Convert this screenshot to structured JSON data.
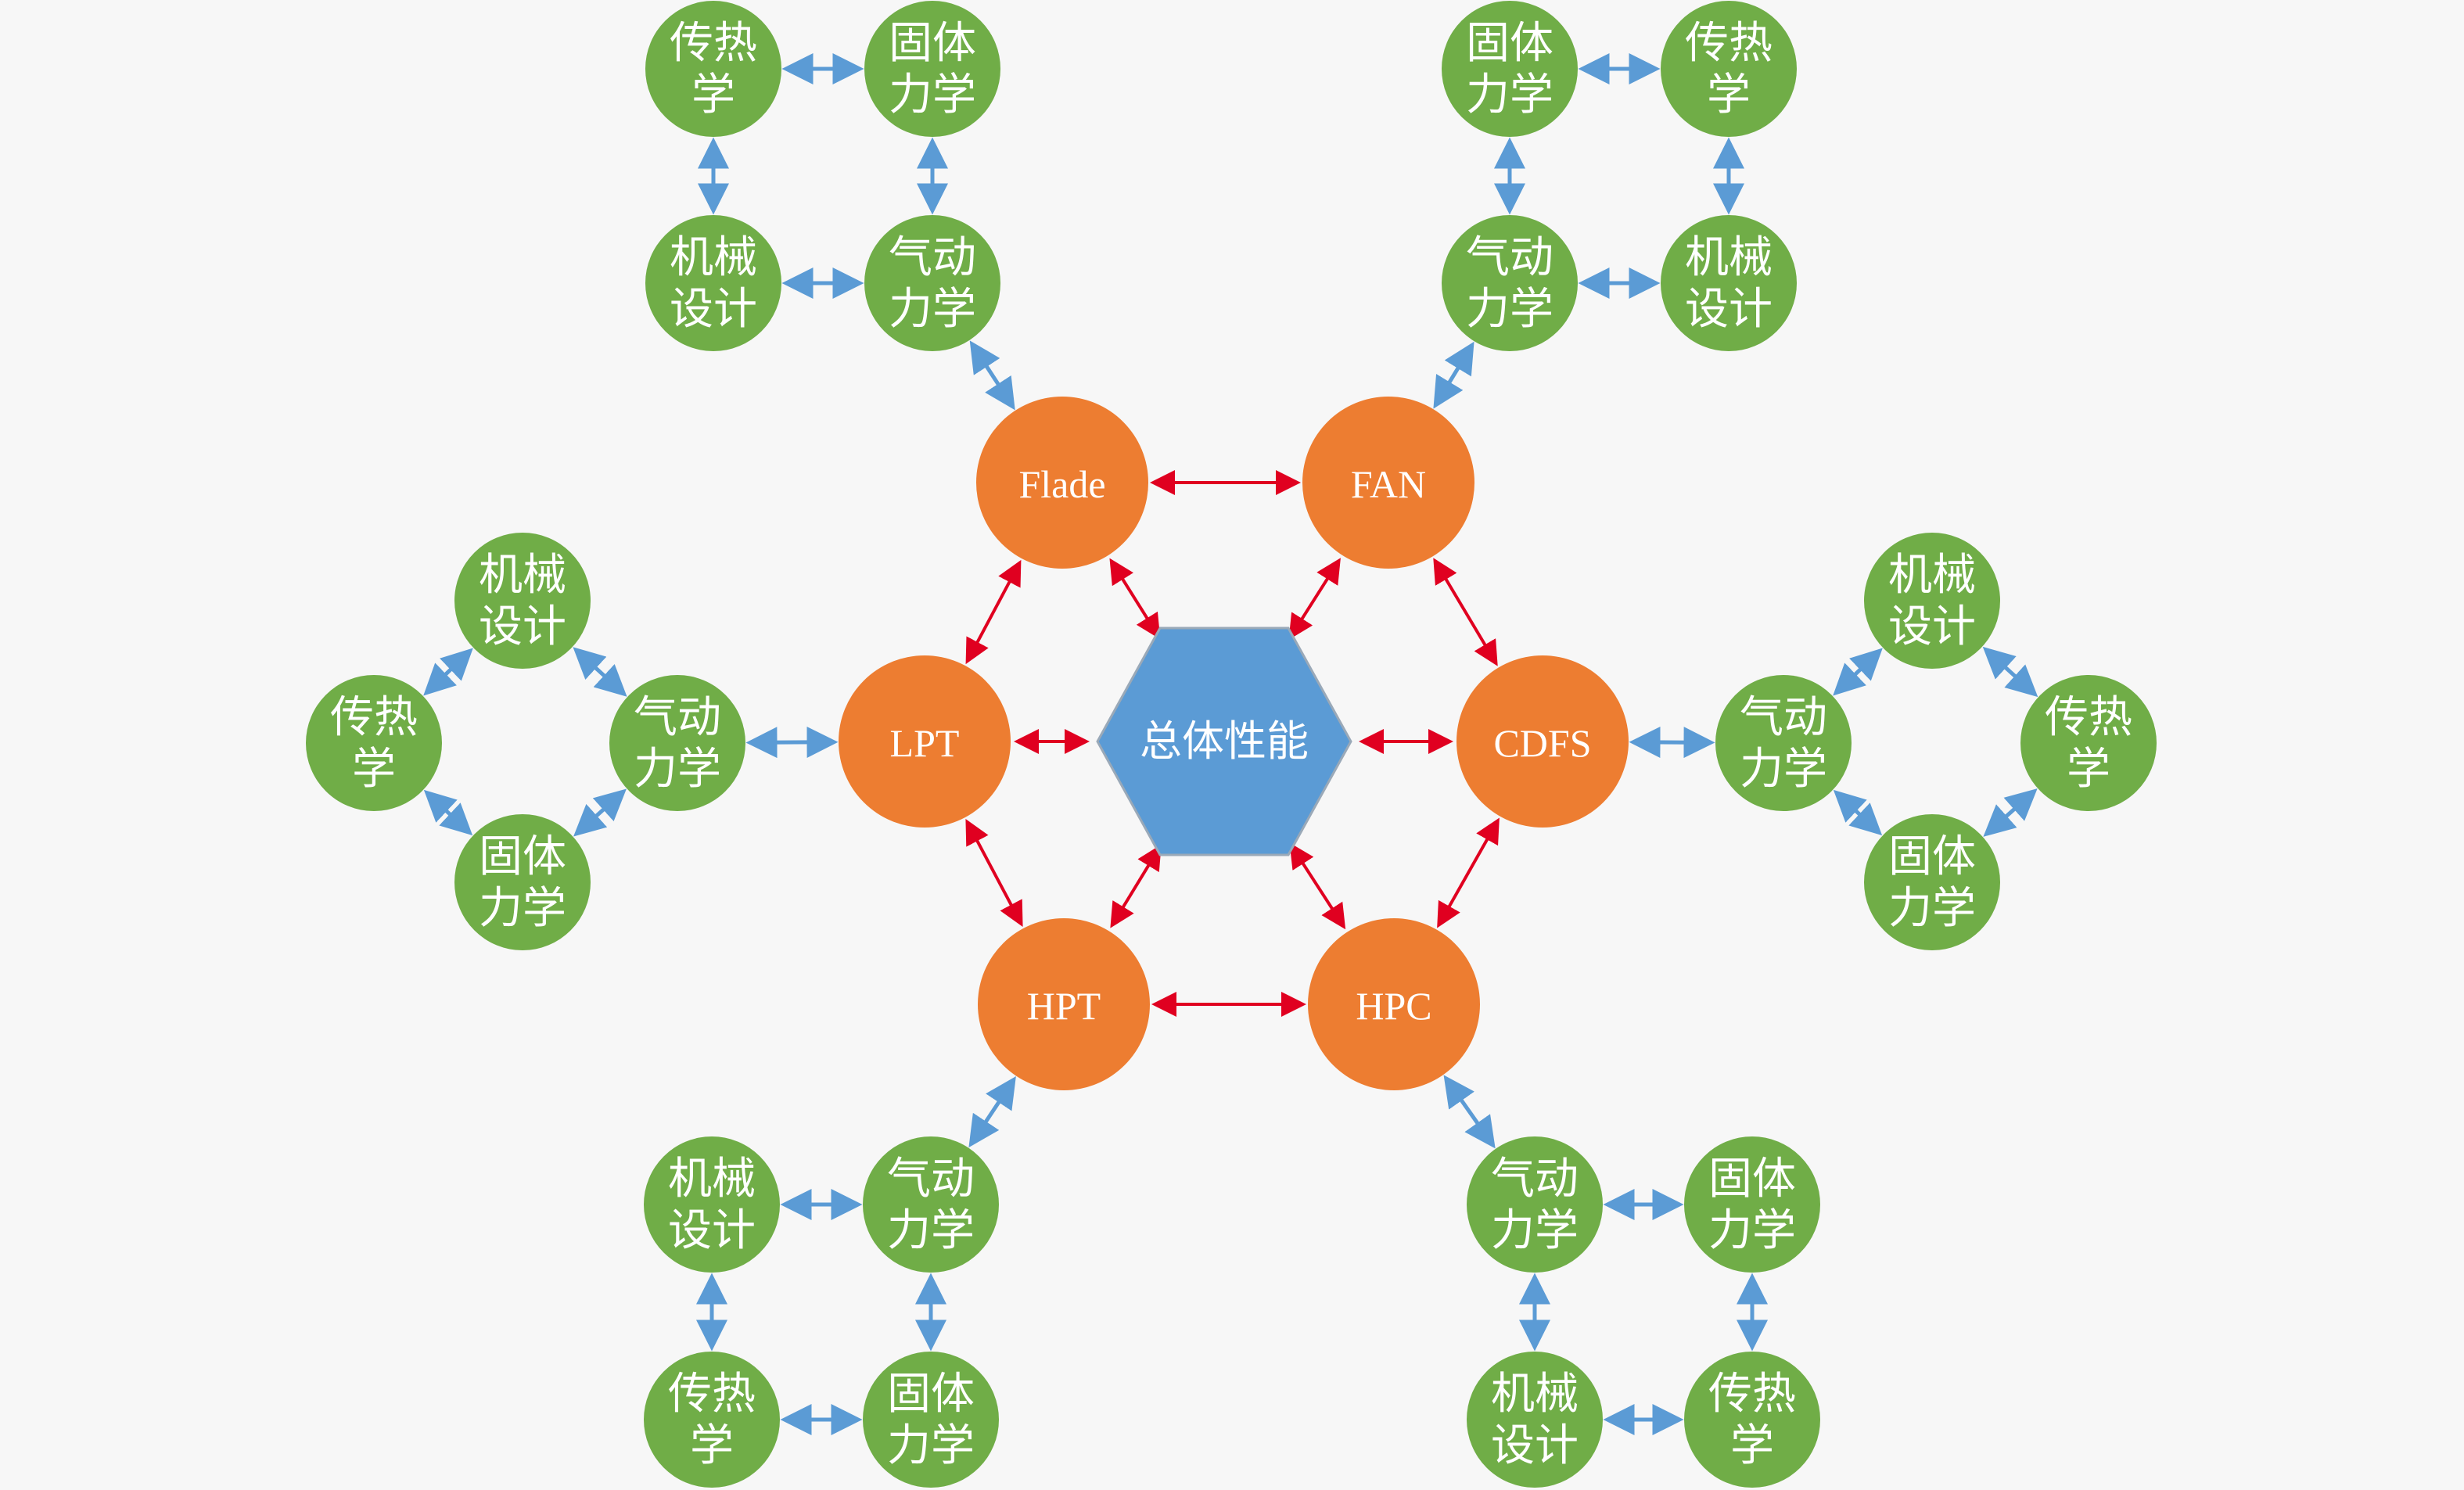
{
  "colors": {
    "background": "#f7f7f7",
    "core_fill": "#5b9bd5",
    "core_stroke": "#9aa9b8",
    "component_fill": "#ed7d31",
    "discipline_fill": "#70ad47",
    "core_link": "#e00020",
    "discipline_link": "#5b9bd5",
    "text": "#ffffff"
  },
  "core": {
    "label": "总体性能"
  },
  "components": [
    {
      "id": "flade",
      "label": "Flade"
    },
    {
      "id": "fan",
      "label": "FAN"
    },
    {
      "id": "lpt",
      "label": "LPT"
    },
    {
      "id": "cdfs",
      "label": "CDFS"
    },
    {
      "id": "hpt",
      "label": "HPT"
    },
    {
      "id": "hpc",
      "label": "HPC"
    }
  ],
  "discipline_groups": [
    {
      "component": "flade",
      "nodes": [
        {
          "id": "heat",
          "lines": [
            "传热",
            "学"
          ]
        },
        {
          "id": "solid",
          "lines": [
            "固体",
            "力学"
          ]
        },
        {
          "id": "mech",
          "lines": [
            "机械",
            "设计"
          ]
        },
        {
          "id": "aero",
          "lines": [
            "气动",
            "力学"
          ]
        }
      ]
    },
    {
      "component": "fan",
      "nodes": [
        {
          "id": "solid",
          "lines": [
            "固体",
            "力学"
          ]
        },
        {
          "id": "heat",
          "lines": [
            "传热",
            "学"
          ]
        },
        {
          "id": "aero",
          "lines": [
            "气动",
            "力学"
          ]
        },
        {
          "id": "mech",
          "lines": [
            "机械",
            "设计"
          ]
        }
      ]
    },
    {
      "component": "lpt",
      "nodes": [
        {
          "id": "mech",
          "lines": [
            "机械",
            "设计"
          ]
        },
        {
          "id": "heat",
          "lines": [
            "传热",
            "学"
          ]
        },
        {
          "id": "aero",
          "lines": [
            "气动",
            "力学"
          ]
        },
        {
          "id": "solid",
          "lines": [
            "固体",
            "力学"
          ]
        }
      ]
    },
    {
      "component": "cdfs",
      "nodes": [
        {
          "id": "mech",
          "lines": [
            "机械",
            "设计"
          ]
        },
        {
          "id": "aero",
          "lines": [
            "气动",
            "力学"
          ]
        },
        {
          "id": "heat",
          "lines": [
            "传热",
            "学"
          ]
        },
        {
          "id": "solid",
          "lines": [
            "固体",
            "力学"
          ]
        }
      ]
    },
    {
      "component": "hpt",
      "nodes": [
        {
          "id": "mech",
          "lines": [
            "机械",
            "设计"
          ]
        },
        {
          "id": "aero",
          "lines": [
            "气动",
            "力学"
          ]
        },
        {
          "id": "heat",
          "lines": [
            "传热",
            "学"
          ]
        },
        {
          "id": "solid",
          "lines": [
            "固体",
            "力学"
          ]
        }
      ]
    },
    {
      "component": "hpc",
      "nodes": [
        {
          "id": "aero",
          "lines": [
            "气动",
            "力学"
          ]
        },
        {
          "id": "solid",
          "lines": [
            "固体",
            "力学"
          ]
        },
        {
          "id": "mech",
          "lines": [
            "机械",
            "设计"
          ]
        },
        {
          "id": "heat",
          "lines": [
            "传热",
            "学"
          ]
        }
      ]
    }
  ]
}
